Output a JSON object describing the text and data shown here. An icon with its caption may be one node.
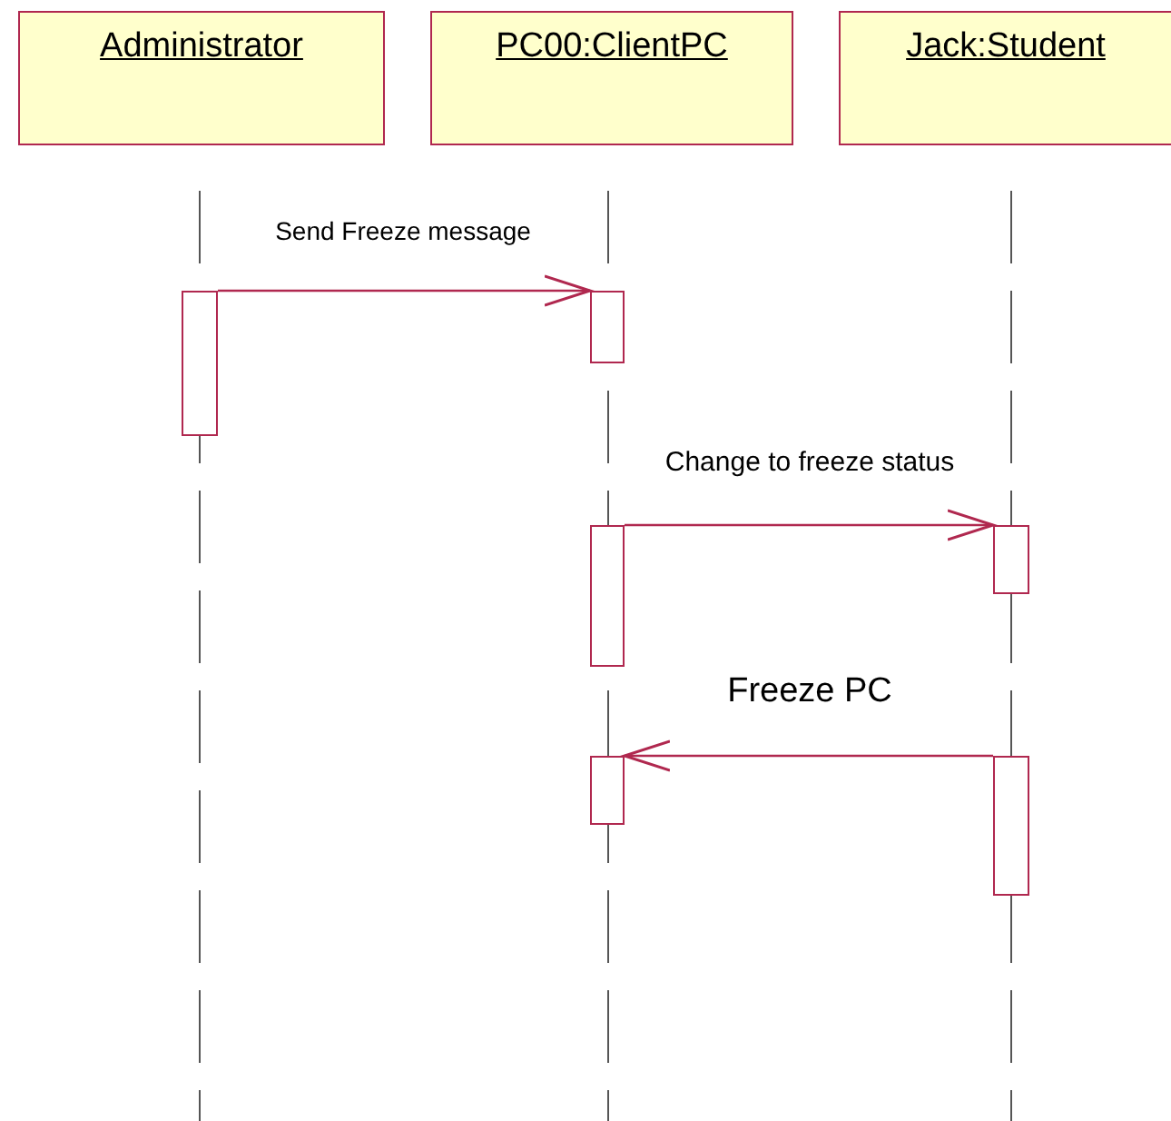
{
  "diagram": {
    "nodes": [
      {
        "text": [
          "Administrator"
        ]
      },
      {
        "text": [
          "PC00:ClientPC"
        ]
      },
      {
        "text": [
          "Jack:Student"
        ]
      },
      {
        "text": [],
        "shape": "bar"
      },
      {
        "text": [],
        "shape": "bar"
      },
      {
        "text": [],
        "shape": "bar"
      },
      {
        "text": [],
        "shape": "bar"
      },
      {
        "text": [],
        "shape": "bar"
      },
      {
        "text": [],
        "shape": "bar"
      }
    ],
    "edges": [
      {
        "from": 3,
        "to": 4,
        "arrow": "to",
        "label": "Send Freeze message"
      },
      {
        "from": 5,
        "to": 6,
        "arrow": "to",
        "label": "Change to freeze status"
      },
      {
        "from": 8,
        "to": 7,
        "arrow": "to",
        "label": "Freeze PC"
      }
    ]
  }
}
